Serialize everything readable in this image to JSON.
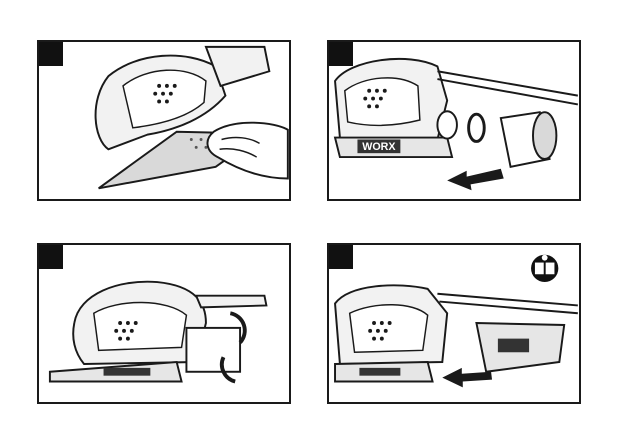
{
  "panels": [
    {
      "id": "p1",
      "brand_text": ""
    },
    {
      "id": "p2",
      "brand_text": "WORX"
    },
    {
      "id": "p3",
      "brand_text": ""
    },
    {
      "id": "p4",
      "brand_text": ""
    }
  ],
  "icons": {
    "panel4_corner": "read-manual-icon",
    "rotate_arrows": "rotate-arrows-icon",
    "direction_arrows": "push-arrow-icon"
  },
  "colors": {
    "line": "#1a1a1a",
    "step_box": "#111111",
    "fill_light": "#e6e6e6",
    "fill_dark": "#333333"
  }
}
